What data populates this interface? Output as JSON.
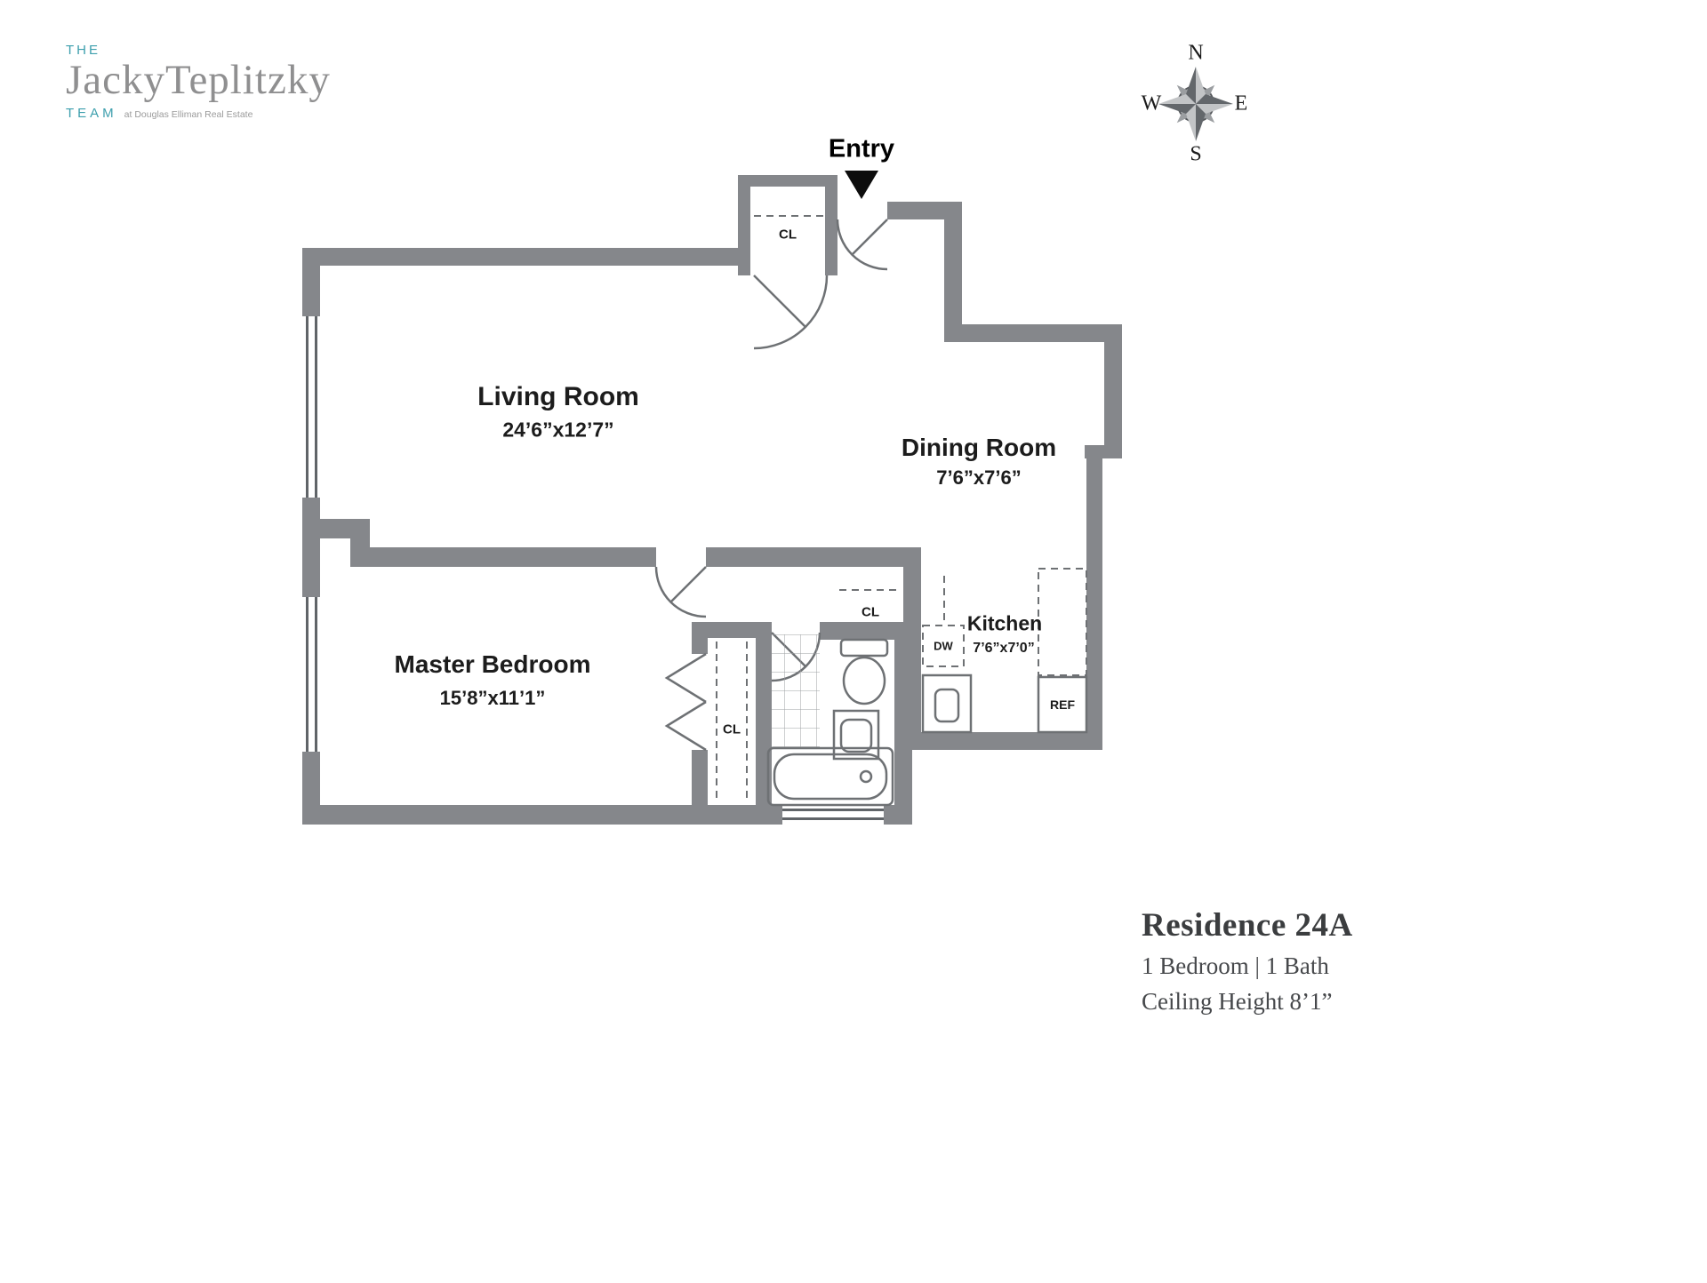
{
  "brand": {
    "the": "THE",
    "name": "JackyTeplitzky",
    "team": "TEAM",
    "tagline": "at Douglas Elliman Real Estate",
    "accent_color": "#3D9FAD",
    "name_color": "#8F8F90"
  },
  "compass": {
    "north": "N",
    "east": "E",
    "south": "S",
    "west": "W"
  },
  "plan": {
    "wall_color": "#85878B",
    "entry_label": "Entry",
    "closet_label": "CL",
    "dishwasher_label": "DW",
    "refrigerator_label": "REF",
    "living": {
      "name": "Living Room",
      "dims": "24’6”x12’7”"
    },
    "dining": {
      "name": "Dining Room",
      "dims": "7’6”x7’6”"
    },
    "bedroom": {
      "name": "Master Bedroom",
      "dims": "15’8”x11’1”"
    },
    "kitchen": {
      "name": "Kitchen",
      "dims": "7’6”x7’0”"
    }
  },
  "residence": {
    "title": "Residence 24A",
    "beds_baths": "1 Bedroom | 1 Bath",
    "ceiling": "Ceiling Height 8’1”"
  }
}
